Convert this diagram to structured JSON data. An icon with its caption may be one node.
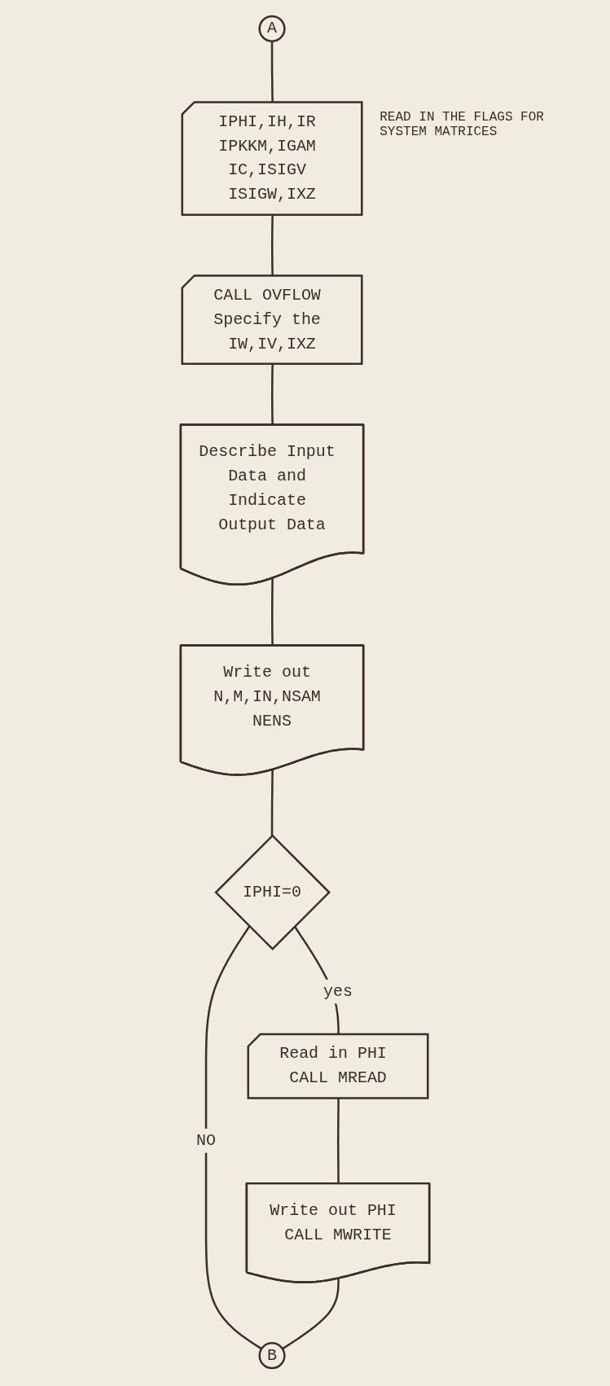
{
  "diagram": {
    "nodes": [
      {
        "text": [
          "A"
        ]
      },
      {
        "text": [
          "IPHI,IH,IR IPKKM,IGAM IC,ISIGV ISIGW,IXZ"
        ],
        "beside": [
          "READ IN THE FLAGS FOR SYSTEM MATRICES"
        ]
      },
      {
        "text": [
          "CALL OVFLOW Specify the IW,IV,IXZ"
        ]
      },
      {
        "text": [
          "Describe Input Data and Indicate Output Data"
        ]
      },
      {
        "text": [
          "Write out N,M,IN,NSAM NENS"
        ]
      },
      {
        "text": [
          "IPHI=0"
        ]
      },
      {
        "text": [
          "Read in PHI CALL MREAD"
        ]
      },
      {
        "text": [
          "Write out PHI CALL MWRITE"
        ]
      },
      {
        "text": [
          "B"
        ]
      }
    ],
    "edges": [
      {
        "from": 0,
        "to": 1,
        "arrow": "none"
      },
      {
        "from": 1,
        "to": 2,
        "arrow": "none"
      },
      {
        "from": 2,
        "to": 3,
        "arrow": "none"
      },
      {
        "from": 3,
        "to": 4,
        "arrow": "none"
      },
      {
        "from": 4,
        "to": 5,
        "arrow": "none"
      },
      {
        "from": 5,
        "to": 6,
        "label": "yes",
        "arrow": "none"
      },
      {
        "from": 5,
        "to": 8,
        "label": "NO",
        "arrow": "none"
      },
      {
        "from": 6,
        "to": 7,
        "arrow": "none"
      },
      {
        "from": 7,
        "to": 8,
        "arrow": "none"
      }
    ]
  }
}
